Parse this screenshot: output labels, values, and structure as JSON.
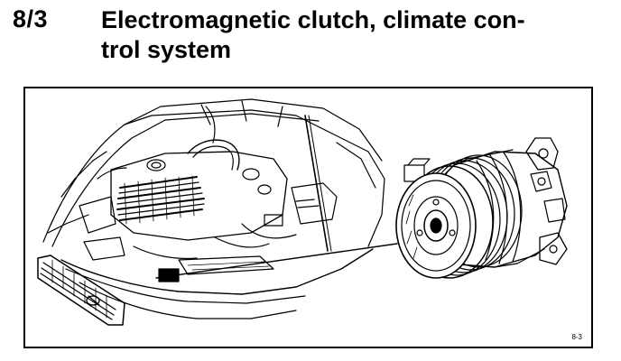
{
  "section_number": "8/3",
  "heading_lines": [
    "Electromagnetic clutch, climate con-",
    "trol system"
  ],
  "figure": {
    "code": "8-3",
    "subject": "engine-bay-with-ac-compressor",
    "colors": {
      "ink": "#000000",
      "paper": "#ffffff"
    }
  }
}
